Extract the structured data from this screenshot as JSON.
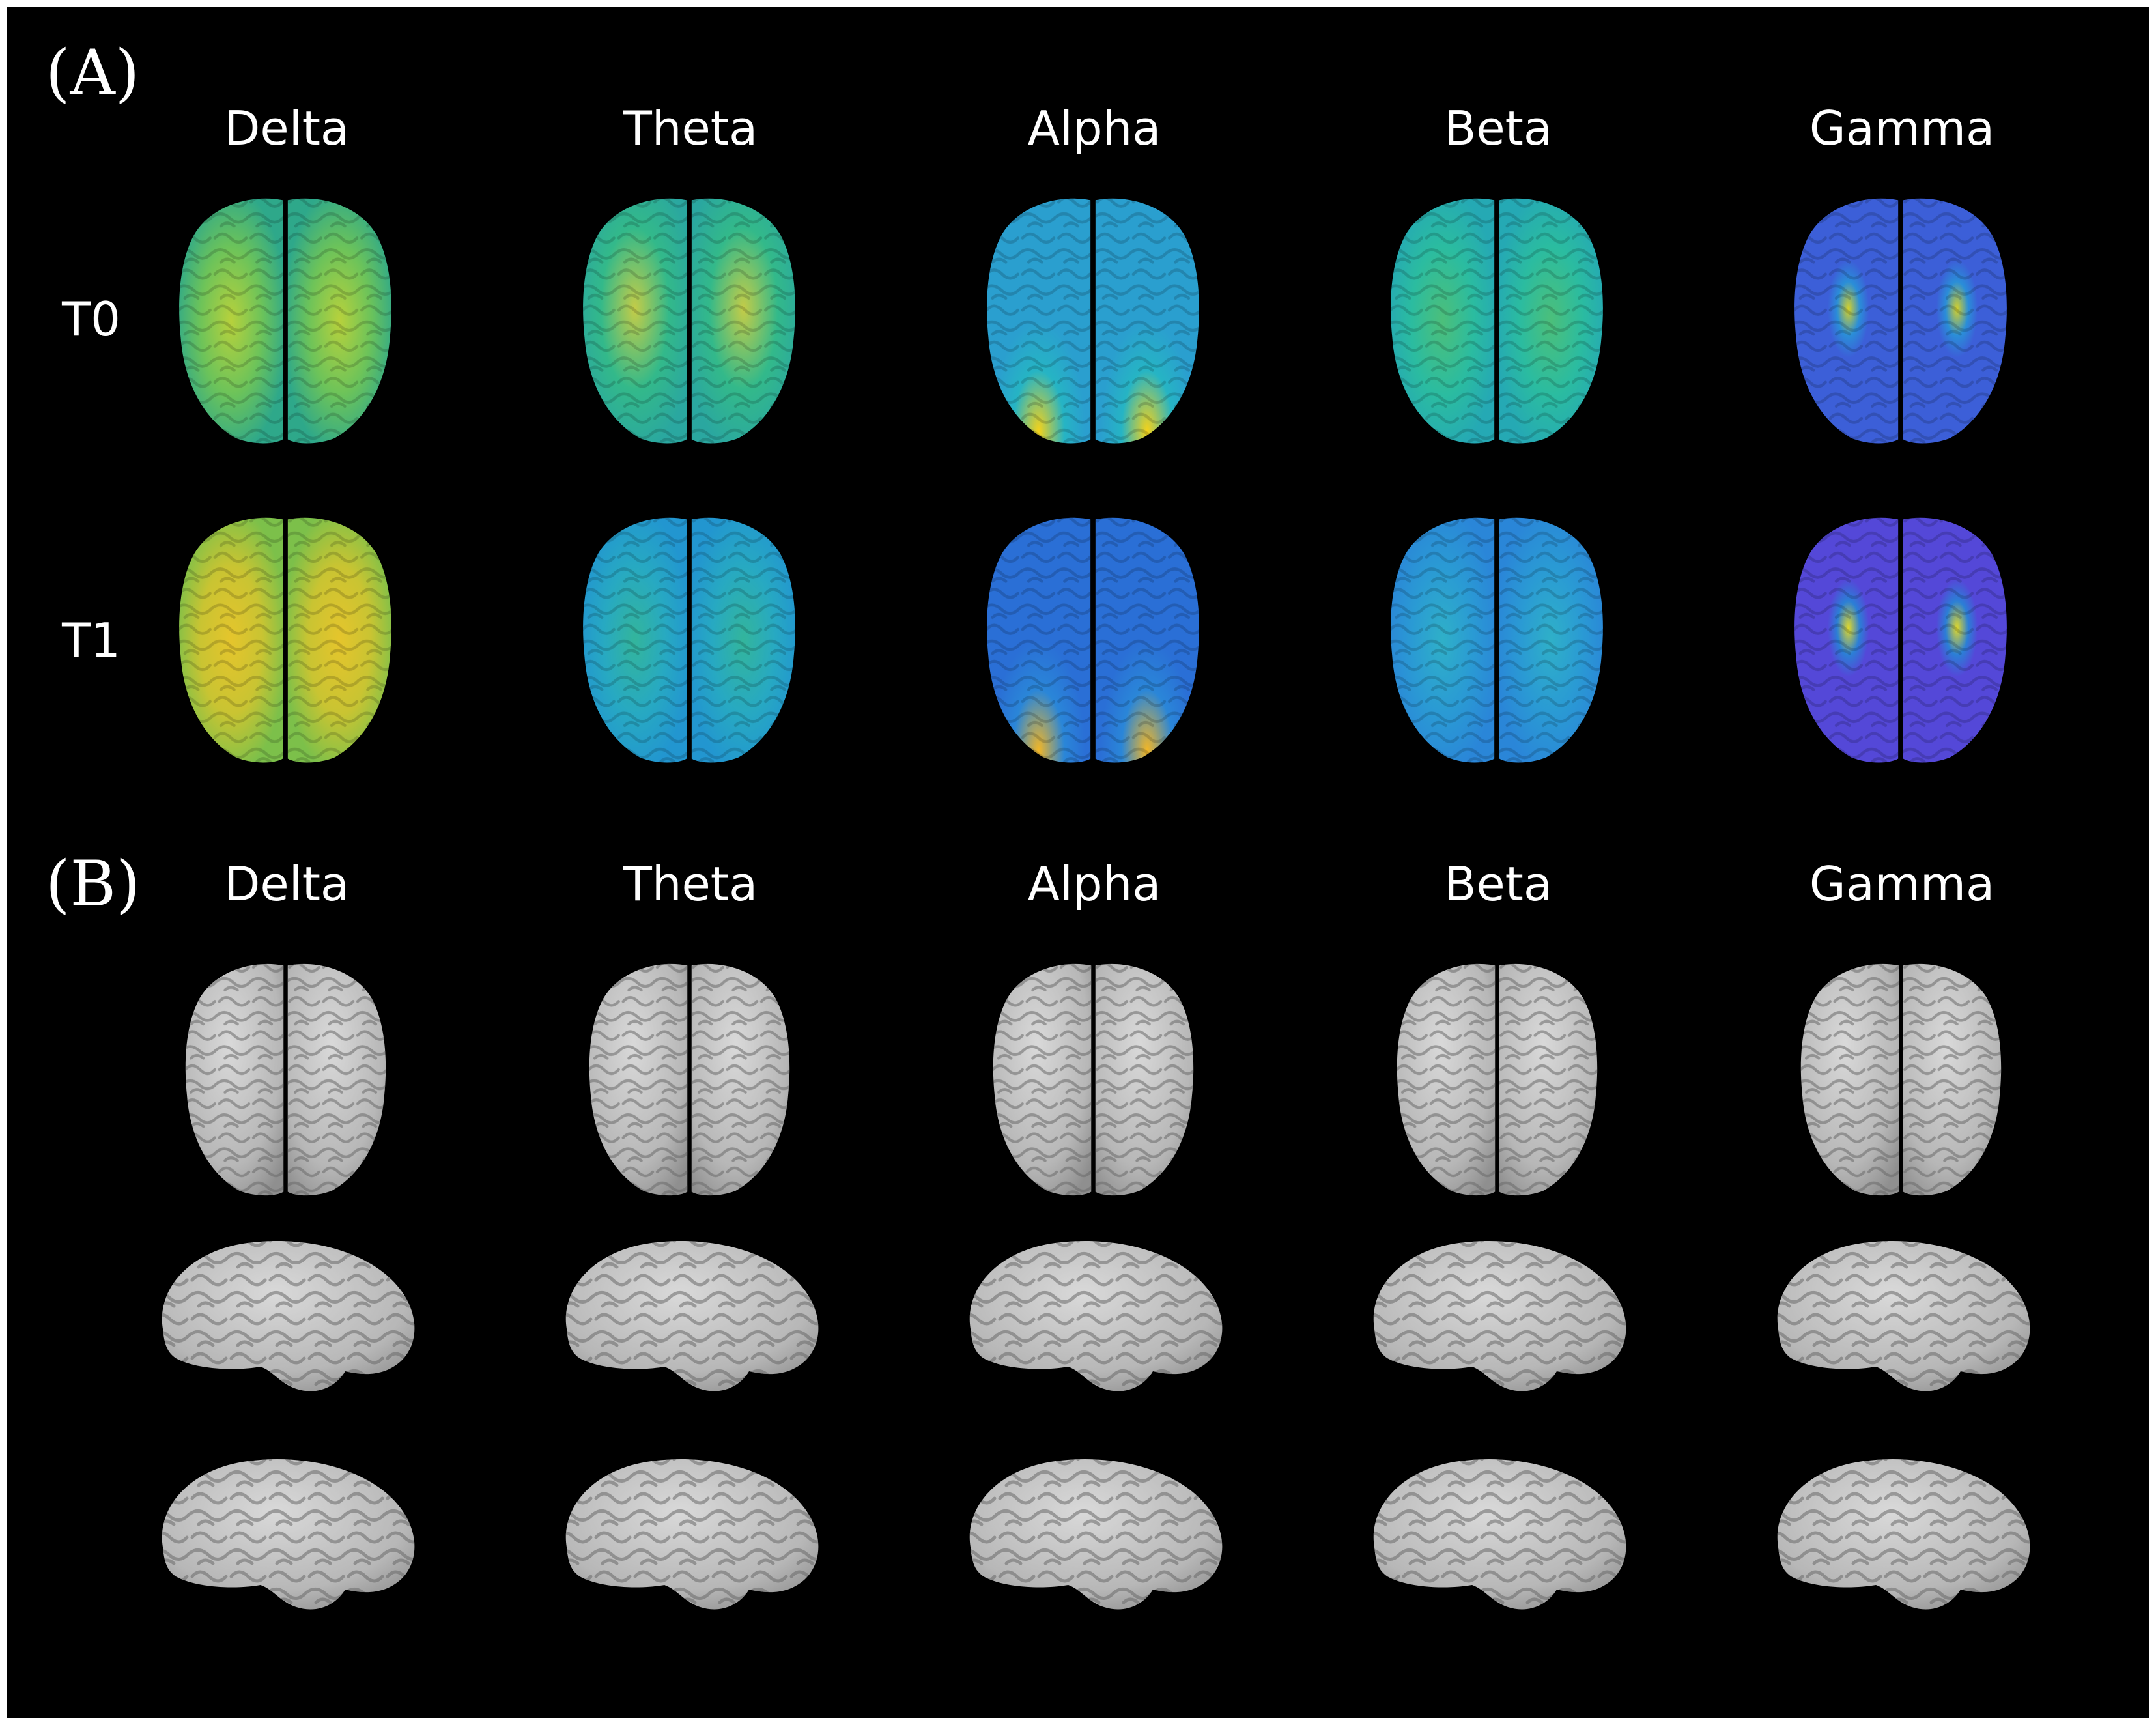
{
  "panel_a": {
    "letter": "(A)",
    "bands": [
      "Delta",
      "Theta",
      "Alpha",
      "Beta",
      "Gamma"
    ],
    "rows": [
      "T0",
      "T1"
    ],
    "maps": [
      [
        {
          "base": "#6cc35a",
          "hot": "#b7d13c",
          "hot_region": "center",
          "edge": "#2ea88a"
        },
        {
          "base": "#33b98a",
          "hot": "#c3cc48",
          "hot_region": "sides",
          "edge": "#2aa7a0"
        },
        {
          "base": "#26b4c4",
          "hot": "#f4d21a",
          "hot_region": "posterior",
          "edge": "#2a9fcf"
        },
        {
          "base": "#2bbca0",
          "hot": "#4cbf7a",
          "hot_region": "center",
          "edge": "#25a9b4"
        },
        {
          "base": "#2a8ed8",
          "hot": "#d4d02a",
          "hot_region": "midline",
          "edge": "#3c5fd8"
        }
      ],
      [
        {
          "base": "#c9c432",
          "hot": "#e5c52c",
          "hot_region": "center",
          "edge": "#7cc04a"
        },
        {
          "base": "#27a9c2",
          "hot": "#33b59c",
          "hot_region": "center",
          "edge": "#2296d0"
        },
        {
          "base": "#2a86d8",
          "hot": "#f2b626",
          "hot_region": "posterior",
          "edge": "#2a6fd6"
        },
        {
          "base": "#2a9ad4",
          "hot": "#2fb0c8",
          "hot_region": "center",
          "edge": "#2a86d8"
        },
        {
          "base": "#2b7fd6",
          "hot": "#e0d82a",
          "hot_region": "midline",
          "edge": "#5448d8"
        }
      ]
    ]
  },
  "panel_b": {
    "letter": "(B)",
    "bands": [
      "Delta",
      "Theta",
      "Alpha",
      "Beta",
      "Gamma"
    ],
    "views": [
      "top",
      "left",
      "left"
    ]
  }
}
